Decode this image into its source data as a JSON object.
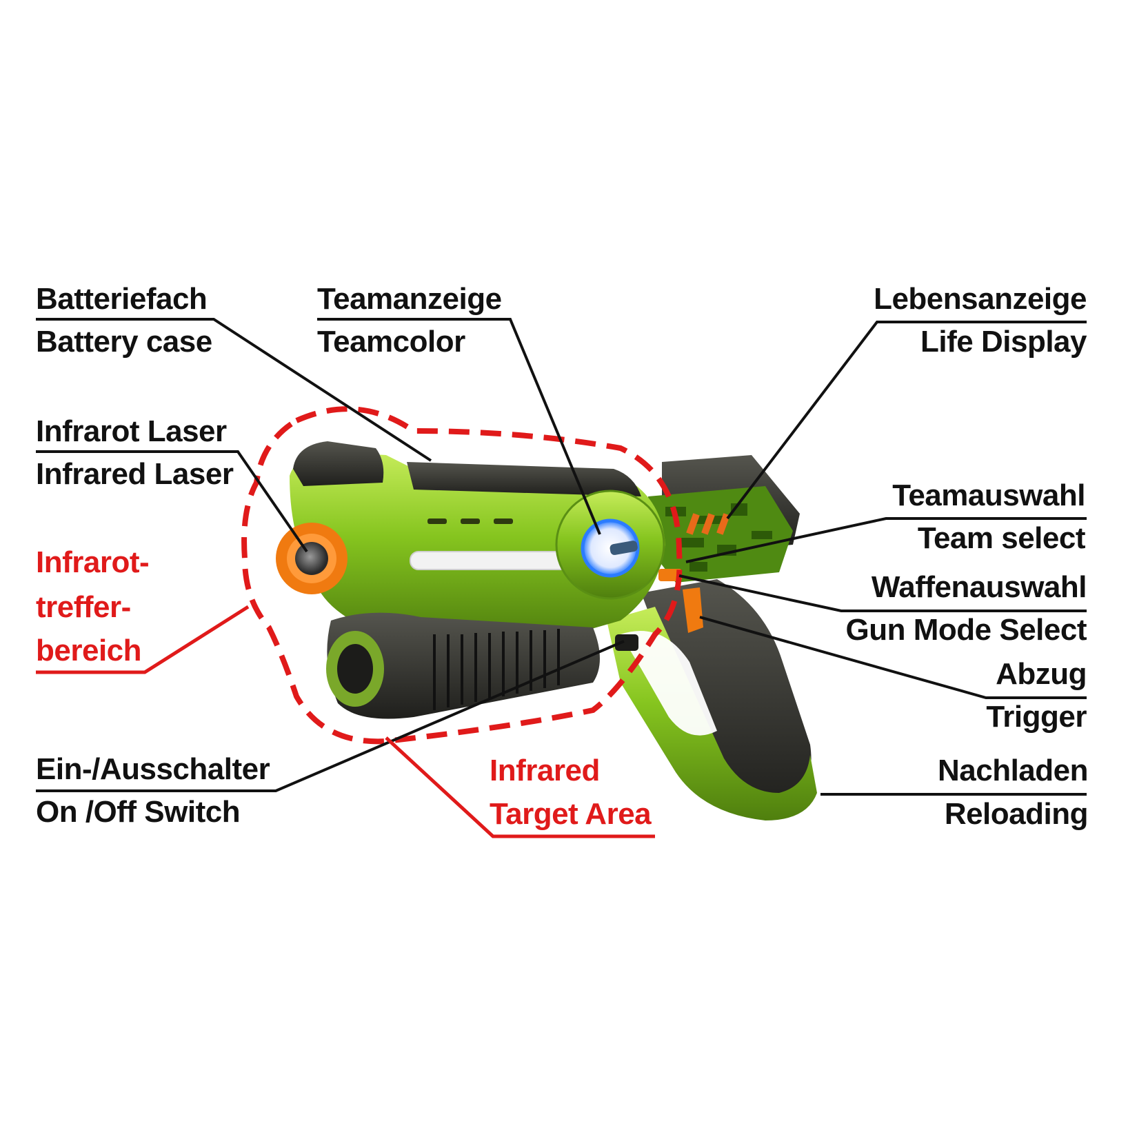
{
  "colors": {
    "text": "#111111",
    "accent_red": "#e01a1a",
    "gun_green": "#7fc21e",
    "gun_dark": "#2e2e2a",
    "gun_orange": "#f07a10",
    "team_led": "#2b7cff"
  },
  "labels": {
    "battery_de": "Batteriefach",
    "battery_en": "Battery case",
    "team_display_de": "Teamanzeige",
    "team_display_en": "Teamcolor",
    "life_de": "Lebensanzeige",
    "life_en": "Life Display",
    "laser_de": "Infrarot Laser",
    "laser_en": "Infrared Laser",
    "hit_area_de_1": "Infrarot-",
    "hit_area_de_2": "treffer-",
    "hit_area_de_3": "bereich",
    "team_select_de": "Teamauswahl",
    "team_select_en": "Team select",
    "gun_mode_de": "Waffenauswahl",
    "gun_mode_en": "Gun Mode Select",
    "trigger_de": "Abzug",
    "trigger_en": "Trigger",
    "switch_de": "Ein-/Ausschalter",
    "switch_en": "On /Off Switch",
    "target_area_en_1": "Infrared",
    "target_area_en_2": "Target Area",
    "reload_de": "Nachladen",
    "reload_en": "Reloading"
  },
  "icons": {
    "product": "laser-tag-gun-icon"
  }
}
